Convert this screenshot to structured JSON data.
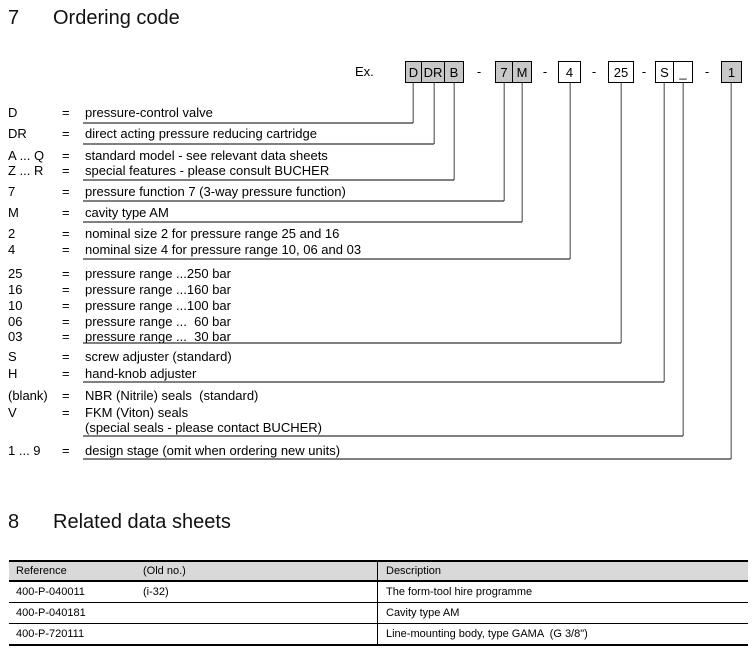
{
  "section7": {
    "number": "7",
    "title": "Ordering code"
  },
  "example": {
    "label": "Ex.",
    "separator": "-",
    "boxes": [
      {
        "label": "D",
        "shaded": true
      },
      {
        "label": "DR",
        "shaded": true
      },
      {
        "label": "B",
        "shaded": true
      },
      {
        "label": "7",
        "shaded": true
      },
      {
        "label": "M",
        "shaded": true
      },
      {
        "label": "4",
        "shaded": false
      },
      {
        "label": "25",
        "shaded": false
      },
      {
        "label": "S",
        "shaded": false
      },
      {
        "label": "_",
        "shaded": false
      },
      {
        "label": "1",
        "shaded": true
      }
    ]
  },
  "legend": {
    "rows": [
      {
        "term": "D",
        "eq": "=",
        "text": "pressure-control valve"
      },
      {
        "term": "DR",
        "eq": "=",
        "text": "direct acting pressure reducing cartridge"
      },
      {
        "term": "A ... Q",
        "eq": "=",
        "text": "standard model - see relevant data sheets"
      },
      {
        "term": "Z ... R",
        "eq": "=",
        "text": "special features - please consult BUCHER"
      },
      {
        "term": "7",
        "eq": "=",
        "text": "pressure function 7 (3-way pressure function)"
      },
      {
        "term": "M",
        "eq": "=",
        "text": "cavity type AM"
      },
      {
        "term": "2",
        "eq": "=",
        "text": "nominal size 2 for pressure range 25 and 16"
      },
      {
        "term": "4",
        "eq": "=",
        "text": "nominal size 4 for pressure range 10, 06 and 03"
      },
      {
        "term": "25",
        "eq": "=",
        "text": "pressure range ...250 bar"
      },
      {
        "term": "16",
        "eq": "=",
        "text": "pressure range ...160 bar"
      },
      {
        "term": "10",
        "eq": "=",
        "text": "pressure range ...100 bar"
      },
      {
        "term": "06",
        "eq": "=",
        "text": "pressure range ...  60 bar"
      },
      {
        "term": "03",
        "eq": "=",
        "text": "pressure range ...  30 bar"
      },
      {
        "term": "S",
        "eq": "=",
        "text": "screw adjuster (standard)"
      },
      {
        "term": "H",
        "eq": "=",
        "text": "hand-knob adjuster"
      },
      {
        "term": "(blank)",
        "eq": "=",
        "text": "NBR (Nitrile) seals  (standard)"
      },
      {
        "term": "V",
        "eq": "=",
        "text": "FKM (Viton) seals"
      },
      {
        "term": "",
        "eq": "",
        "text": "(special seals - please contact BUCHER)"
      },
      {
        "term": "1 ... 9",
        "eq": "=",
        "text": "design stage (omit when ordering new units)"
      }
    ]
  },
  "section8": {
    "number": "8",
    "title": "Related data sheets"
  },
  "table": {
    "headers": [
      "Reference",
      "(Old no.)",
      "Description"
    ],
    "rows": [
      {
        "reference": "400-P-040011",
        "old_no": "(i-32)",
        "description": "The form-tool hire programme"
      },
      {
        "reference": "400-P-040181",
        "old_no": "",
        "description": "Cavity type AM"
      },
      {
        "reference": "400-P-720111",
        "old_no": "",
        "description": "Line-mounting body, type GAMA  (G 3/8\")"
      }
    ]
  },
  "colors": {
    "box_shaded": "#c8c8c8",
    "table_header_bg": "#d9d9d9",
    "connector_gray": "#808080",
    "line_black": "#000000"
  }
}
